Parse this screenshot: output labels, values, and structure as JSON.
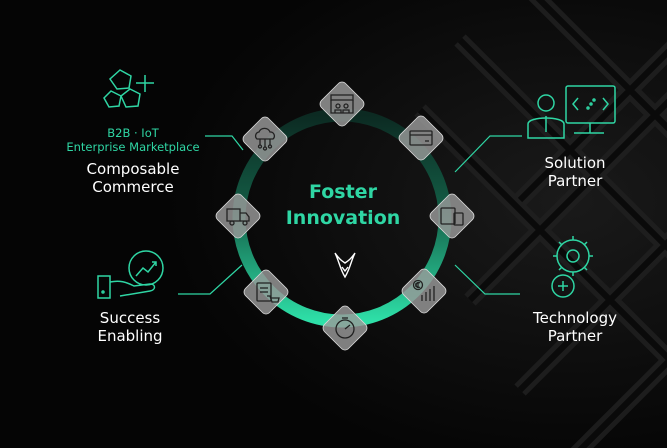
{
  "center": {
    "line1": "Foster",
    "line2": "Innovation"
  },
  "composable": {
    "sub1": "B2B · IoT",
    "sub2": "Enterprise Marketplace",
    "line1": "Composable",
    "line2": "Commerce"
  },
  "solution": {
    "line1": "Solution",
    "line2": "Partner"
  },
  "success": {
    "line1": "Success",
    "line2": "Enabling"
  },
  "technology": {
    "line1": "Technology",
    "line2": "Partner"
  },
  "colors": {
    "background": "#050505",
    "accent": "#2fd6a4",
    "ring_dark": "#0d3b2d",
    "tile": "#9a9a9a"
  },
  "ring_icons": [
    "storefront-icon",
    "credit-card-icon",
    "devices-icon",
    "euro-chart-icon",
    "stopwatch-icon",
    "clipboard-cart-icon",
    "delivery-truck-icon",
    "cloud-network-icon"
  ]
}
